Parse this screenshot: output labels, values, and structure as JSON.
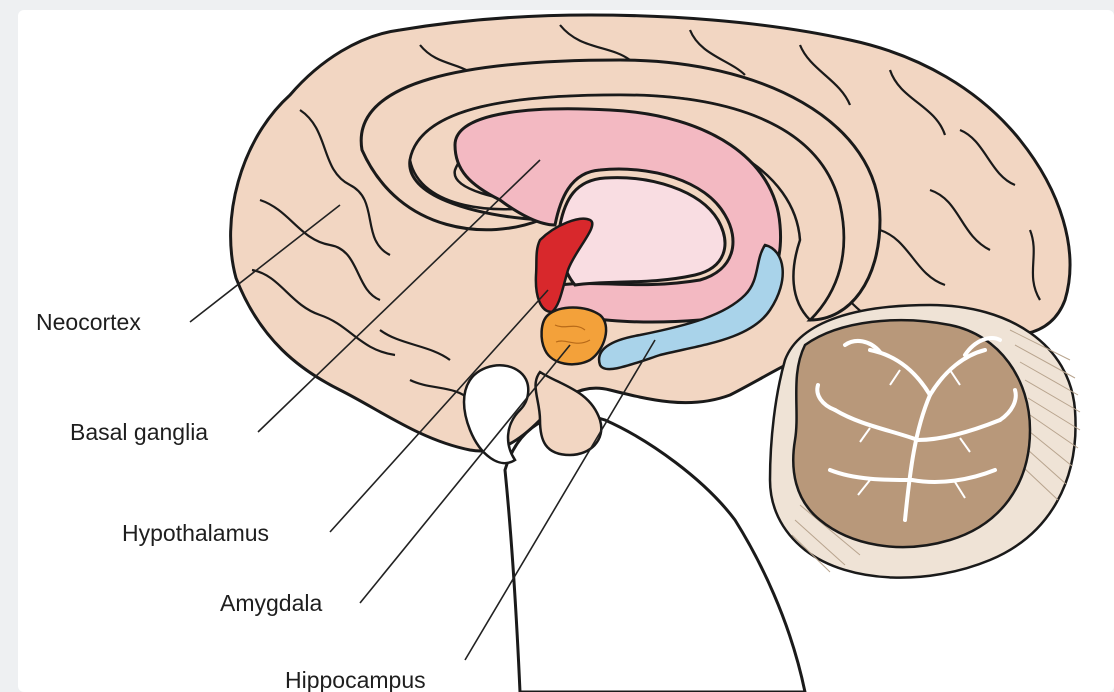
{
  "labels": {
    "neocortex": "Neocortex",
    "basal_ganglia": "Basal ganglia",
    "hypothalamus": "Hypothalamus",
    "amygdala": "Amygdala",
    "hippocampus": "Hippocampus"
  },
  "colors": {
    "cortex": "#f2d6c2",
    "cortex_outline": "#1a1a1a",
    "basal_ganglia": "#f3b9c2",
    "basal_ganglia_inner": "#f9dde2",
    "hypothalamus": "#d8282c",
    "amygdala": "#f3a13a",
    "hippocampus": "#a9d3ea",
    "cerebellum": "#b8987a",
    "leader_line": "#222222"
  }
}
